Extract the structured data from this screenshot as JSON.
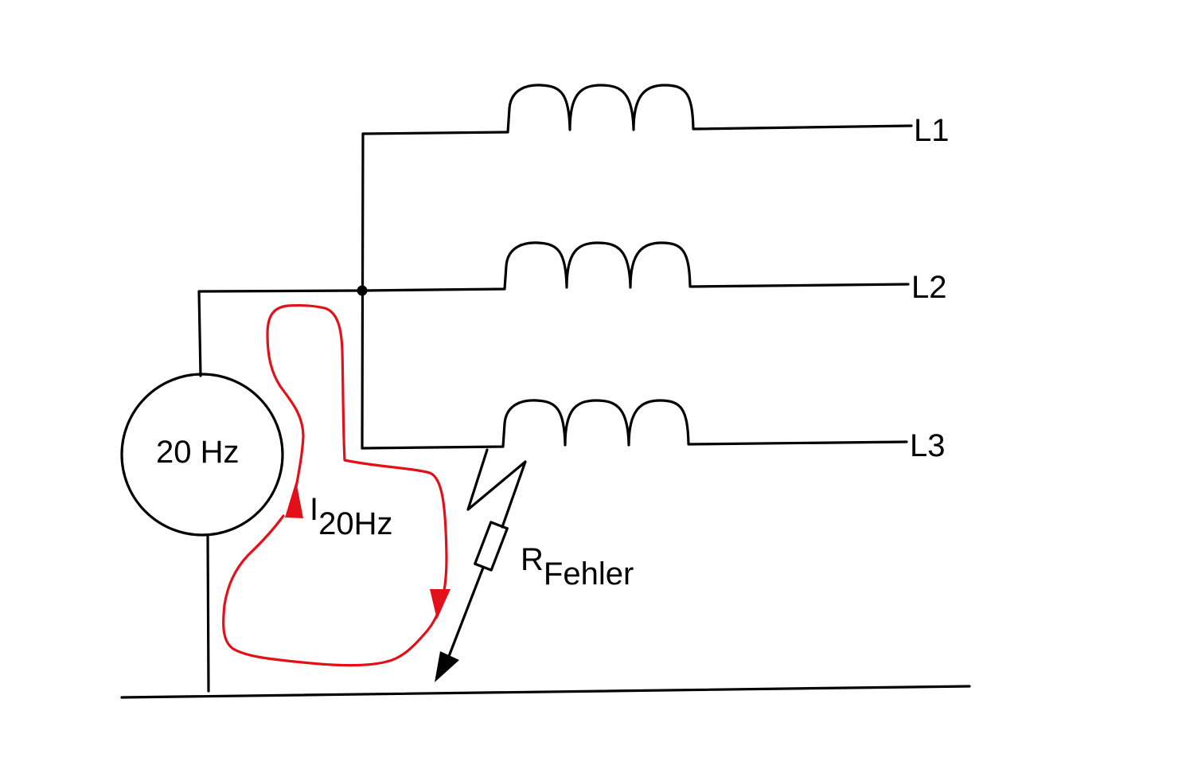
{
  "labels": {
    "generator": "20 Hz",
    "phase1": "L1",
    "phase2": "L2",
    "phase3": "L3",
    "current_main": "I",
    "current_sub": "20Hz",
    "resistor_main": "R",
    "resistor_sub": "Fehler"
  },
  "colors": {
    "wire": "#000000",
    "current_path": "#e3101a",
    "background": "#ffffff"
  }
}
